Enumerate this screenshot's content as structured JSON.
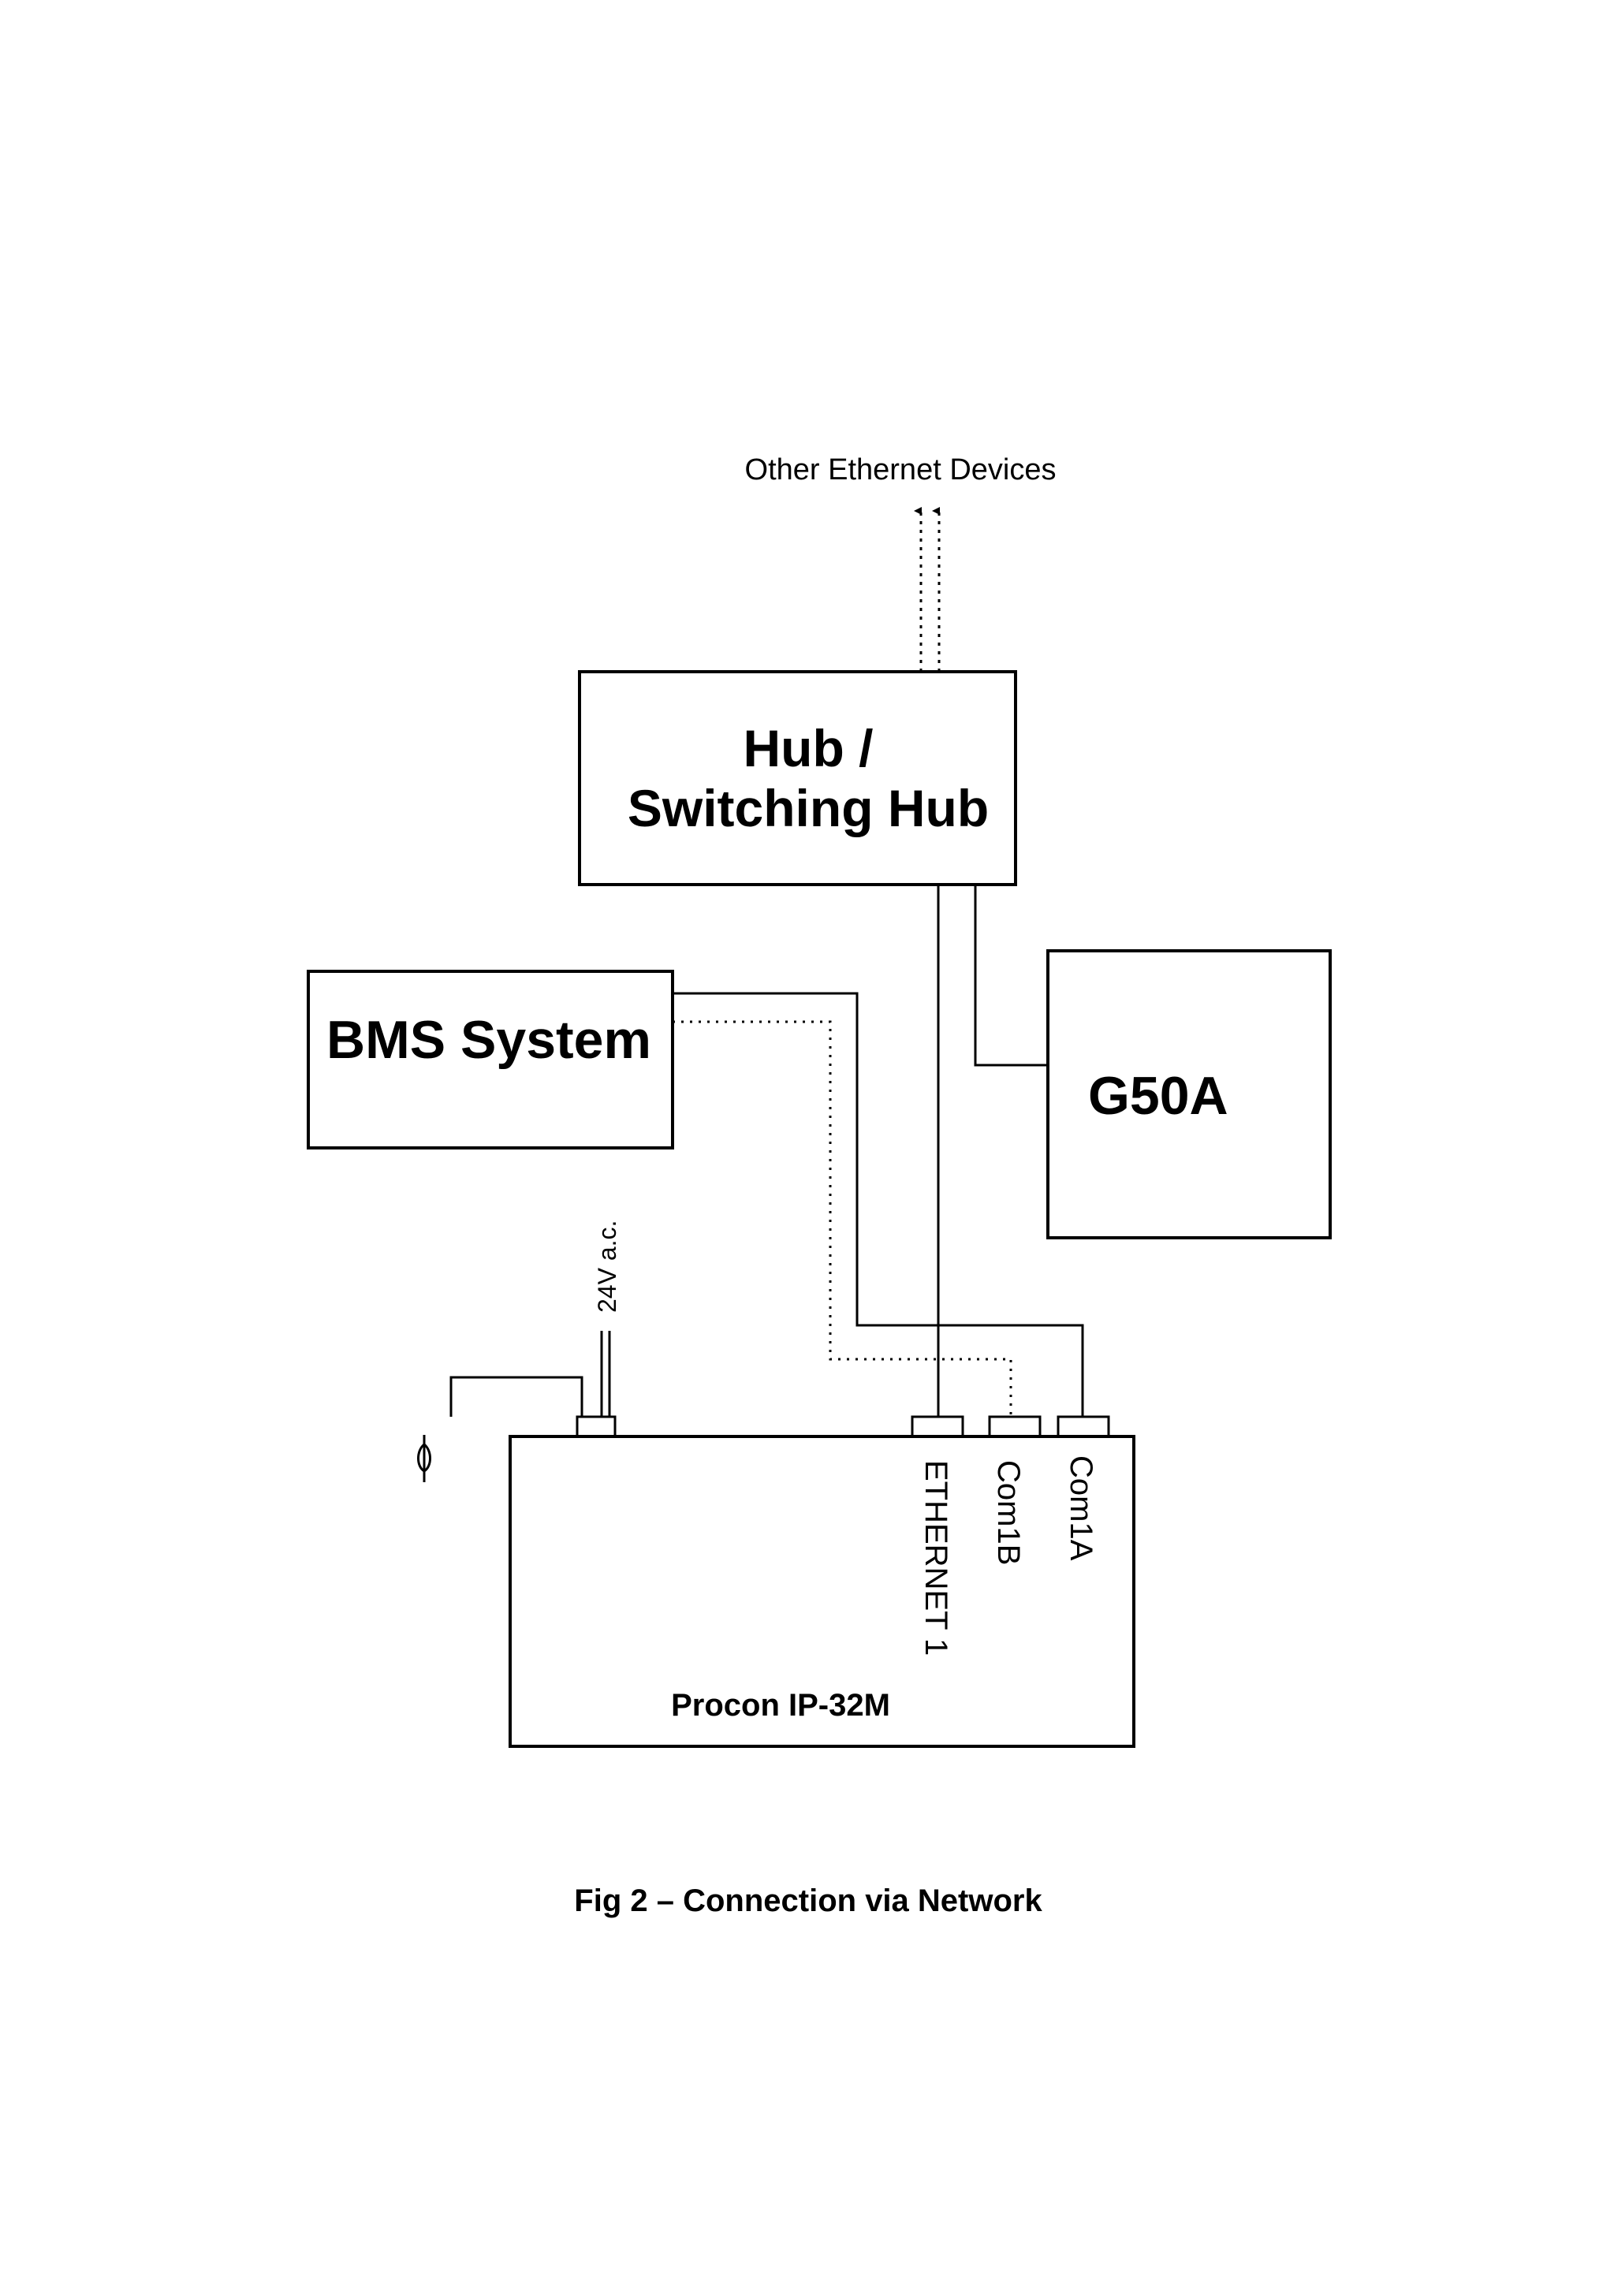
{
  "top_label": "Other Ethernet Devices",
  "hub": {
    "line1": "Hub /",
    "line2": "Switching Hub"
  },
  "bms": {
    "label": "BMS System"
  },
  "g50a": {
    "label": "G50A"
  },
  "power": {
    "label": "24V a.c."
  },
  "procon": {
    "label": "Procon IP-32M",
    "ports": {
      "ethernet": "ETHERNET 1",
      "com1b": "Com1B",
      "com1a": "Com1A"
    }
  },
  "caption": "Fig 2 – Connection via Network"
}
